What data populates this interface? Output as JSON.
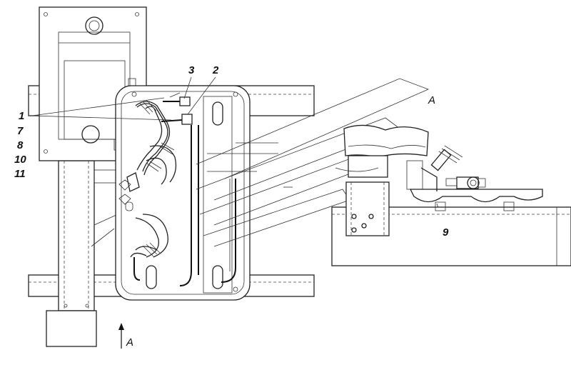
{
  "callouts": {
    "c1": "1",
    "c7": "7",
    "c8": "8",
    "c10": "10",
    "c11": "11",
    "c2": "2",
    "c3": "3",
    "c9": "9"
  },
  "view_labels": {
    "view_a_top": "A",
    "view_a_arrow": "A"
  }
}
